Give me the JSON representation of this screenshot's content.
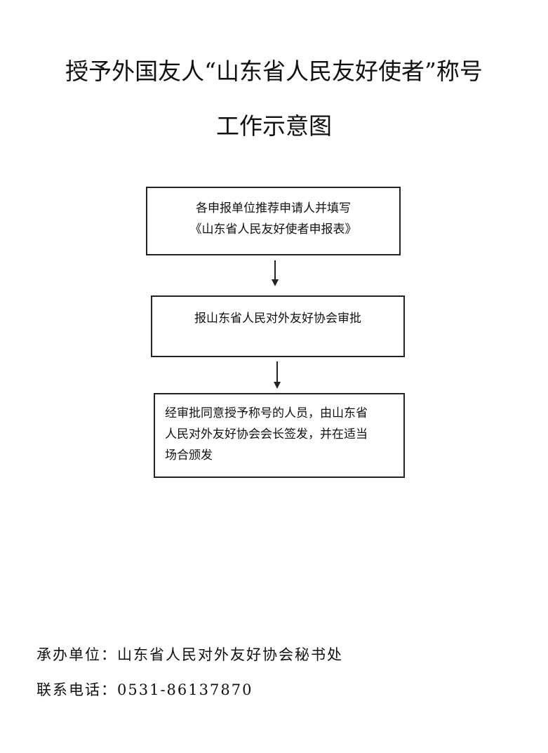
{
  "title": {
    "line1": "授予外国友人“山东省人民友好使者”称号",
    "line2": "工作示意图"
  },
  "flow": {
    "step1": {
      "line1": "各申报单位推荐申请人并填写",
      "line2": "《山东省人民友好使者申报表》"
    },
    "step2": {
      "line1": "报山东省人民对外友好协会审批"
    },
    "step3": {
      "line1": "经审批同意授予称号的人员，由山东省",
      "line2": "人民对外友好协会会长签发，并在适当",
      "line3": "场合颁发"
    }
  },
  "footer": {
    "org": "承办单位：山东省人民对外友好协会秘书处",
    "phone": "联系电话：0531-86137870"
  }
}
